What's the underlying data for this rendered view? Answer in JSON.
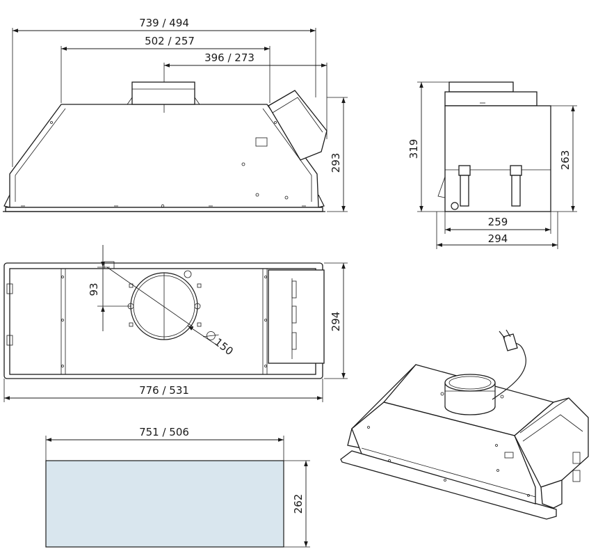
{
  "dimensions": {
    "front_width_total": "739 / 494",
    "front_width_body": "502 / 257",
    "front_width_outlet": "396 / 273",
    "front_height": "293",
    "side_height_total": "319",
    "side_height_body": "263",
    "side_width_body": "259",
    "side_width_total": "294",
    "top_offset": "93",
    "top_diameter": "150",
    "top_depth": "294",
    "top_length": "776 / 531",
    "cutout_width": "751 / 506",
    "cutout_depth": "262"
  },
  "colors": {
    "line": "#1a1a1a",
    "cutout_fill": "#d9e6ee",
    "background": "#ffffff"
  },
  "icons": {
    "diameter_symbol": "diameter-symbol"
  }
}
